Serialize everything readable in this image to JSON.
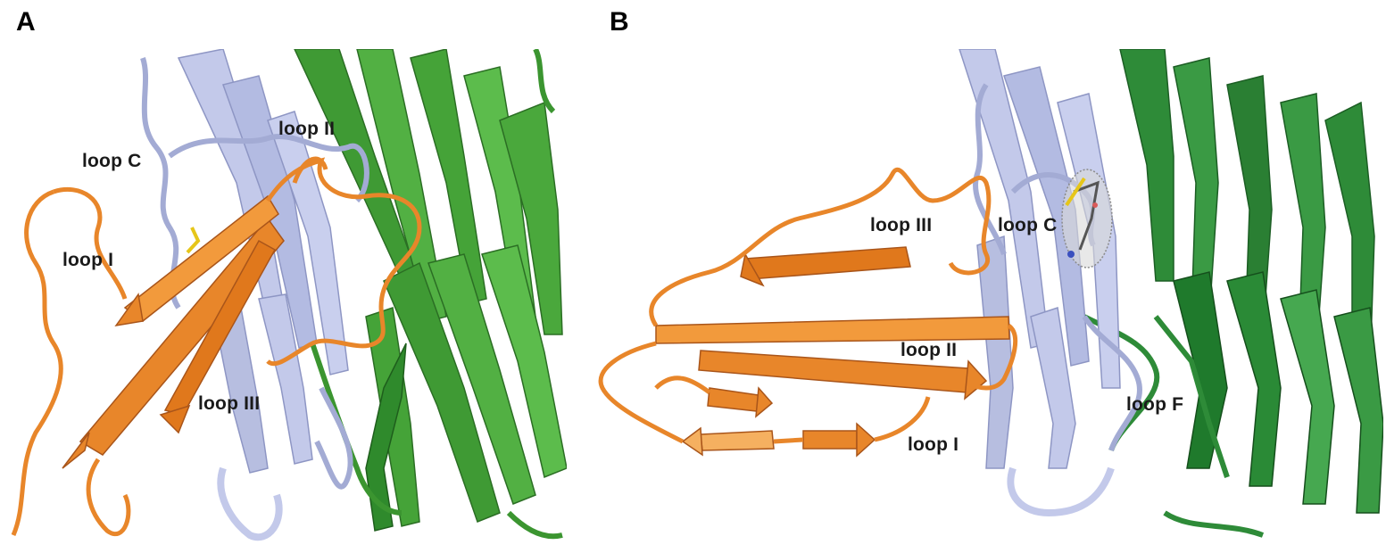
{
  "panels": [
    {
      "letter": "A",
      "labels": {
        "loop_ii": "loop II",
        "loop_c": "loop C",
        "loop_i": "loop I",
        "loop_iii": "loop III"
      }
    },
    {
      "letter": "B",
      "labels": {
        "loop_iii": "loop III",
        "loop_c": "loop C",
        "loop_ii": "loop II",
        "loop_i": "loop I",
        "loop_f": "loop F"
      }
    }
  ],
  "colors": {
    "toxin": "#e8862a",
    "toxin_dark": "#b8601a",
    "principal_subunit": "#b7bee0",
    "principal_subunit_dark": "#8e96c4",
    "complementary_subunit_a": "#4aa83c",
    "complementary_subunit_b": "#2e8b38",
    "disulfide": "#e6c619",
    "ligand_mesh": "#8a8a8a"
  }
}
